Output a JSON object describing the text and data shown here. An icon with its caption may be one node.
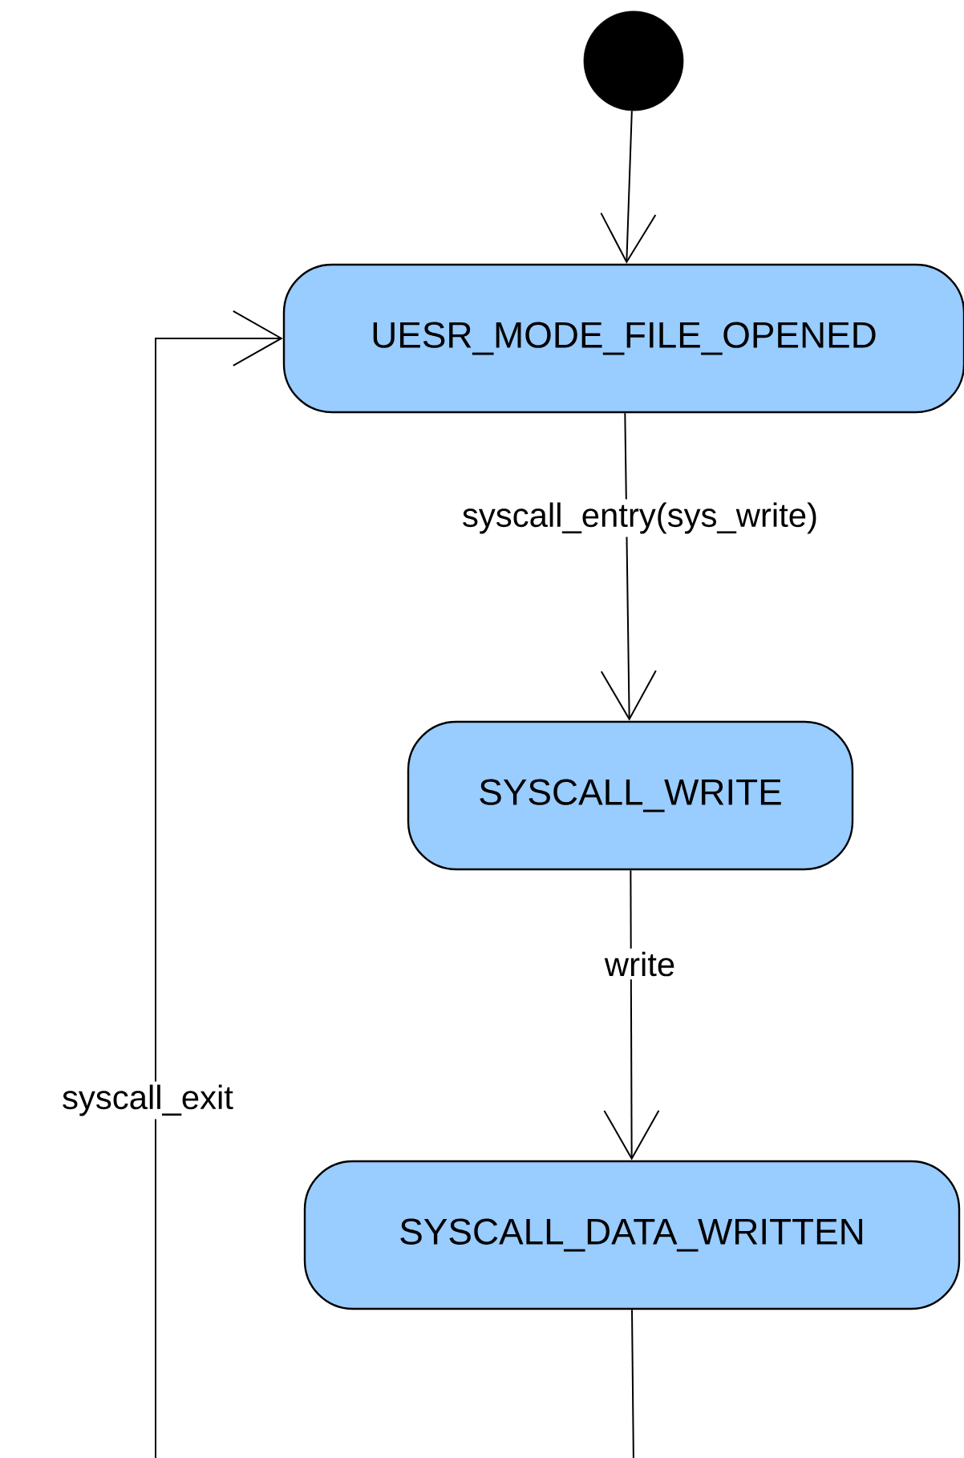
{
  "diagram": {
    "nodes": [
      {
        "text": [],
        "shape": "circle"
      },
      {
        "text": [
          "UESR_MODE_FILE_OPENED"
        ]
      },
      {
        "text": [
          "SYSCALL_WRITE"
        ]
      },
      {
        "text": [
          "SYSCALL_DATA_WRITTEN"
        ]
      }
    ],
    "edges": [
      {
        "from": 0,
        "to": 1,
        "arrow": "to"
      },
      {
        "from": 1,
        "to": 2,
        "arrow": "to",
        "label": "syscall_entry(sys_write)"
      },
      {
        "from": 2,
        "to": 3,
        "arrow": "to",
        "label": "write"
      },
      {
        "from": 3,
        "to": null,
        "arrow": "none"
      },
      {
        "from": null,
        "to": 1,
        "arrow": "to",
        "label": "syscall_exit"
      }
    ]
  }
}
